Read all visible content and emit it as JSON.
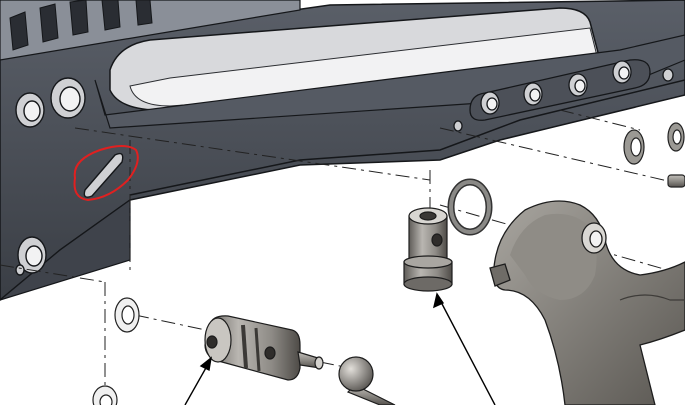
{
  "figure": {
    "kind": "exploded-assembly-view",
    "parts": [
      {
        "name": "receiver-frame",
        "color": "#4b4f57"
      },
      {
        "name": "flanged-bushing",
        "color": "#8d8a85"
      },
      {
        "name": "grooved-pin",
        "color": "#8d8a85"
      },
      {
        "name": "ball-end-link",
        "color": "#8d8a85"
      },
      {
        "name": "lever-arm",
        "color": "#7e7b75"
      },
      {
        "name": "o-ring",
        "color": "#6e6e6e"
      },
      {
        "name": "flat-washer",
        "color": "#e8e8e8"
      }
    ],
    "highlight": {
      "name": "slot-callout",
      "color": "#e02020"
    }
  }
}
